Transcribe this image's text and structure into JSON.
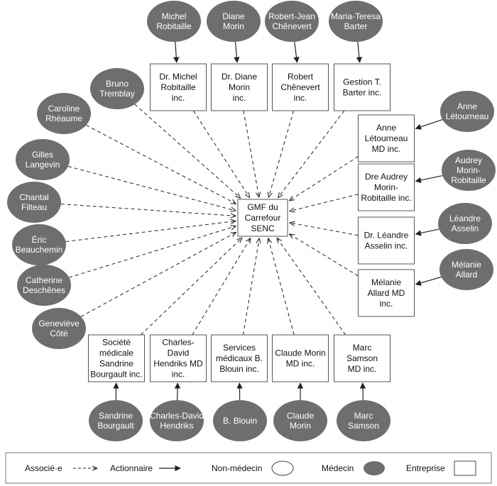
{
  "center": {
    "id": "gmf",
    "lines": [
      "GMF du",
      "Carrefour",
      "SENC"
    ]
  },
  "physicians": [
    {
      "id": "p_robitaille",
      "lines": [
        "Michel",
        "Robitaille"
      ]
    },
    {
      "id": "p_morin_d",
      "lines": [
        "Diane",
        "Morin"
      ]
    },
    {
      "id": "p_chenevert",
      "lines": [
        "Robert-Jean",
        "Chênevert"
      ]
    },
    {
      "id": "p_barter",
      "lines": [
        "Maria-Teresa",
        "Barter"
      ]
    },
    {
      "id": "p_tremblay",
      "lines": [
        "Bruno",
        "Tremblay"
      ]
    },
    {
      "id": "p_rheaume",
      "lines": [
        "Caroline",
        "Rhéaume"
      ]
    },
    {
      "id": "p_langevin",
      "lines": [
        "Gilles",
        "Langevin"
      ]
    },
    {
      "id": "p_filteau",
      "lines": [
        "Chantal",
        "Filteau"
      ]
    },
    {
      "id": "p_beauchemin",
      "lines": [
        "Éric",
        "Beauchemin"
      ]
    },
    {
      "id": "p_deschenes",
      "lines": [
        "Catherine",
        "Deschênes"
      ]
    },
    {
      "id": "p_cote",
      "lines": [
        "Geneviève",
        "Côté"
      ]
    },
    {
      "id": "p_letourneau",
      "lines": [
        "Anne",
        "Létourneau"
      ]
    },
    {
      "id": "p_morin_robitaille",
      "lines": [
        "Audrey",
        "Morin-",
        "Robitaille"
      ]
    },
    {
      "id": "p_asselin",
      "lines": [
        "Léandre",
        "Asselin"
      ]
    },
    {
      "id": "p_allard",
      "lines": [
        "Mélanie",
        "Allard"
      ]
    },
    {
      "id": "p_bourgault",
      "lines": [
        "Sandrine",
        "Bourgault"
      ]
    },
    {
      "id": "p_hendriks",
      "lines": [
        "Charles-David",
        "Hendriks"
      ]
    },
    {
      "id": "p_blouin",
      "lines": [
        "B. Blouin"
      ]
    },
    {
      "id": "p_morin_c",
      "lines": [
        "Claude",
        "Morin"
      ]
    },
    {
      "id": "p_samson",
      "lines": [
        "Marc",
        "Samson"
      ]
    }
  ],
  "companies": [
    {
      "id": "c_robitaille",
      "lines": [
        "Dr. Michel",
        "Robitaille",
        "inc."
      ]
    },
    {
      "id": "c_morin_d",
      "lines": [
        "Dr. Diane",
        "Morin",
        "inc."
      ]
    },
    {
      "id": "c_chenevert",
      "lines": [
        "Robert",
        "Chênevert",
        "inc."
      ]
    },
    {
      "id": "c_barter",
      "lines": [
        "Gestion T.",
        "Barter inc."
      ]
    },
    {
      "id": "c_letourneau",
      "lines": [
        "Anne",
        "Létourneau",
        "MD inc."
      ]
    },
    {
      "id": "c_morin_robitaille",
      "lines": [
        "Dre Audrey",
        "Morin-",
        "Robitaille inc."
      ]
    },
    {
      "id": "c_asselin",
      "lines": [
        "Dr. Léandre",
        "Asselin inc."
      ]
    },
    {
      "id": "c_allard",
      "lines": [
        "Mélanie",
        "Allard MD",
        "inc."
      ]
    },
    {
      "id": "c_bourgault",
      "lines": [
        "Société",
        "médicale",
        "Sandrine",
        "Bourgault inc."
      ]
    },
    {
      "id": "c_hendriks",
      "lines": [
        "Charles-",
        "David",
        "Hendriks MD",
        "inc."
      ]
    },
    {
      "id": "c_blouin",
      "lines": [
        "Services",
        "médicaux B.",
        "Blouin inc."
      ]
    },
    {
      "id": "c_morin_c",
      "lines": [
        "Claude Morin",
        "MD inc."
      ]
    },
    {
      "id": "c_samson",
      "lines": [
        "Marc",
        "Samson",
        "MD inc."
      ]
    }
  ],
  "associate_edges": [
    "p_tremblay",
    "p_rheaume",
    "p_langevin",
    "p_filteau",
    "p_beauchemin",
    "p_deschenes",
    "p_cote",
    "c_robitaille",
    "c_morin_d",
    "c_chenevert",
    "c_barter",
    "c_letourneau",
    "c_morin_robitaille",
    "c_asselin",
    "c_allard",
    "c_bourgault",
    "c_hendriks",
    "c_blouin",
    "c_morin_c",
    "c_samson"
  ],
  "shareholder_edges": [
    [
      "p_robitaille",
      "c_robitaille"
    ],
    [
      "p_morin_d",
      "c_morin_d"
    ],
    [
      "p_chenevert",
      "c_chenevert"
    ],
    [
      "p_barter",
      "c_barter"
    ],
    [
      "p_letourneau",
      "c_letourneau"
    ],
    [
      "p_morin_robitaille",
      "c_morin_robitaille"
    ],
    [
      "p_asselin",
      "c_asselin"
    ],
    [
      "p_allard",
      "c_allard"
    ],
    [
      "p_bourgault",
      "c_bourgault"
    ],
    [
      "p_hendriks",
      "c_hendriks"
    ],
    [
      "p_blouin",
      "c_blouin"
    ],
    [
      "p_morin_c",
      "c_morin_c"
    ],
    [
      "p_samson",
      "c_samson"
    ]
  ],
  "legend": {
    "associate": "Associé·e",
    "shareholder": "Actionnaire",
    "non_physician": "Non-médecin",
    "physician": "Médecin",
    "company": "Entreprise"
  },
  "colors": {
    "physician_fill": "#6e6e6e",
    "line": "#222222",
    "box_border": "#555555"
  }
}
